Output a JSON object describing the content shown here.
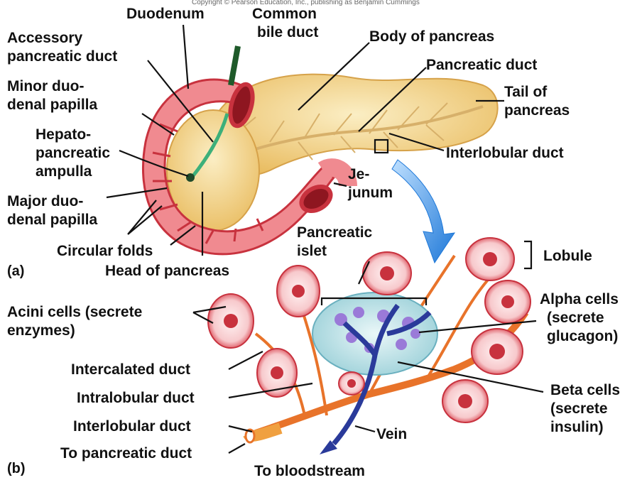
{
  "caption_top": "Copyright © Pearson Education, Inc., publishing as Benjamin Cummings",
  "panel_a": {
    "label": "(a)",
    "duodenum": "Duodenum",
    "common_bile_duct": [
      "Common",
      "bile duct"
    ],
    "accessory_pancreatic_duct": [
      "Accessory",
      "pancreatic duct"
    ],
    "minor_duodenal_papilla": [
      "Minor duo-",
      "denal papilla"
    ],
    "hepatopancreatic_ampulla": [
      "Hepato-",
      "pancreatic",
      "ampulla"
    ],
    "major_duodenal_papilla": [
      "Major duo-",
      "denal papilla"
    ],
    "circular_folds": "Circular folds",
    "head_of_pancreas": "Head of pancreas",
    "body_of_pancreas": "Body of pancreas",
    "pancreatic_duct": "Pancreatic duct",
    "tail_of_pancreas": [
      "Tail of",
      "pancreas"
    ],
    "interlobular_duct": "Interlobular duct",
    "jejunum": [
      "Je-",
      "junum"
    ]
  },
  "panel_b": {
    "label": "(b)",
    "pancreatic_islet": [
      "Pancreatic",
      "islet"
    ],
    "lobule": "Lobule",
    "alpha_cells": [
      "Alpha cells",
      "(secrete",
      "glucagon)"
    ],
    "beta_cells": [
      "Beta cells",
      "(secrete",
      "insulin)"
    ],
    "acini_cells": [
      "Acini cells (secrete",
      "enzymes)"
    ],
    "intercalated_duct": "Intercalated duct",
    "intralobular_duct": "Intralobular duct",
    "interlobular_duct": "Interlobular duct",
    "to_pancreatic_duct": "To pancreatic duct",
    "vein": "Vein",
    "to_bloodstream": "To bloodstream"
  },
  "colors": {
    "pancreas": "#f0d48a",
    "duodenum": "#e8606a",
    "acini": "#d83a4a",
    "islet": "#bfe3e8",
    "vein": "#2a3a9a",
    "duct": "#e88a2a",
    "arrow": "#3a8ee0"
  }
}
